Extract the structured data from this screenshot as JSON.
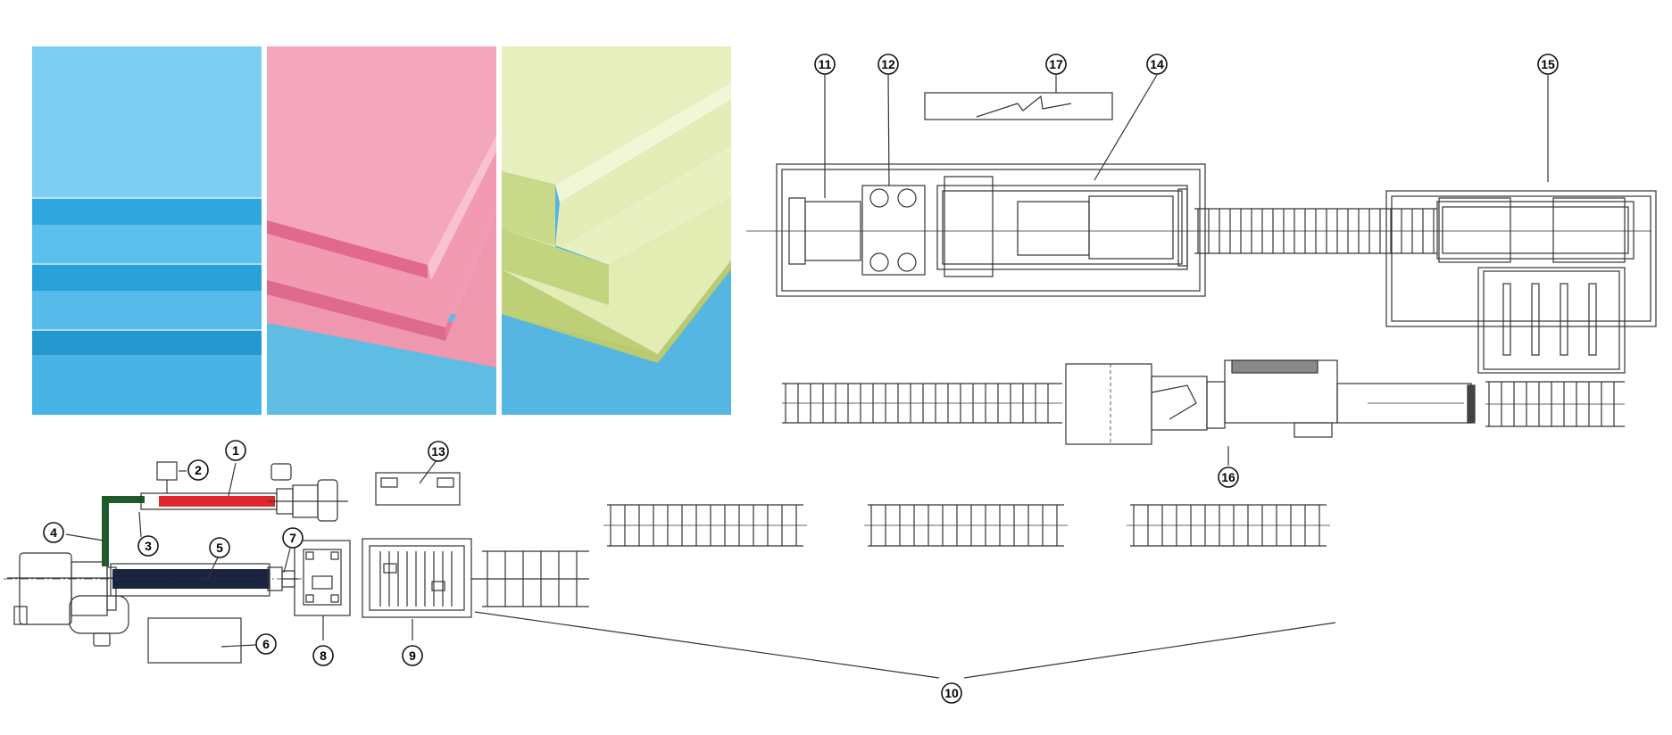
{
  "photos": [
    {
      "name": "blue-xps-boards",
      "color": "#6fc6ee"
    },
    {
      "name": "pink-xps-boards",
      "color": "#ef8ea8"
    },
    {
      "name": "green-xps-boards",
      "color": "#dfeab0"
    }
  ],
  "callouts": [
    "1",
    "2",
    "3",
    "4",
    "5",
    "6",
    "7",
    "8",
    "9",
    "10",
    "11",
    "12",
    "13",
    "14",
    "15",
    "16",
    "17"
  ],
  "colors": {
    "line": "#333333",
    "heater_red": "#e0262c",
    "barrel_dark": "#1a2340",
    "green_pipe": "#1e5a2a",
    "photo_bg": "#58b8e0"
  }
}
